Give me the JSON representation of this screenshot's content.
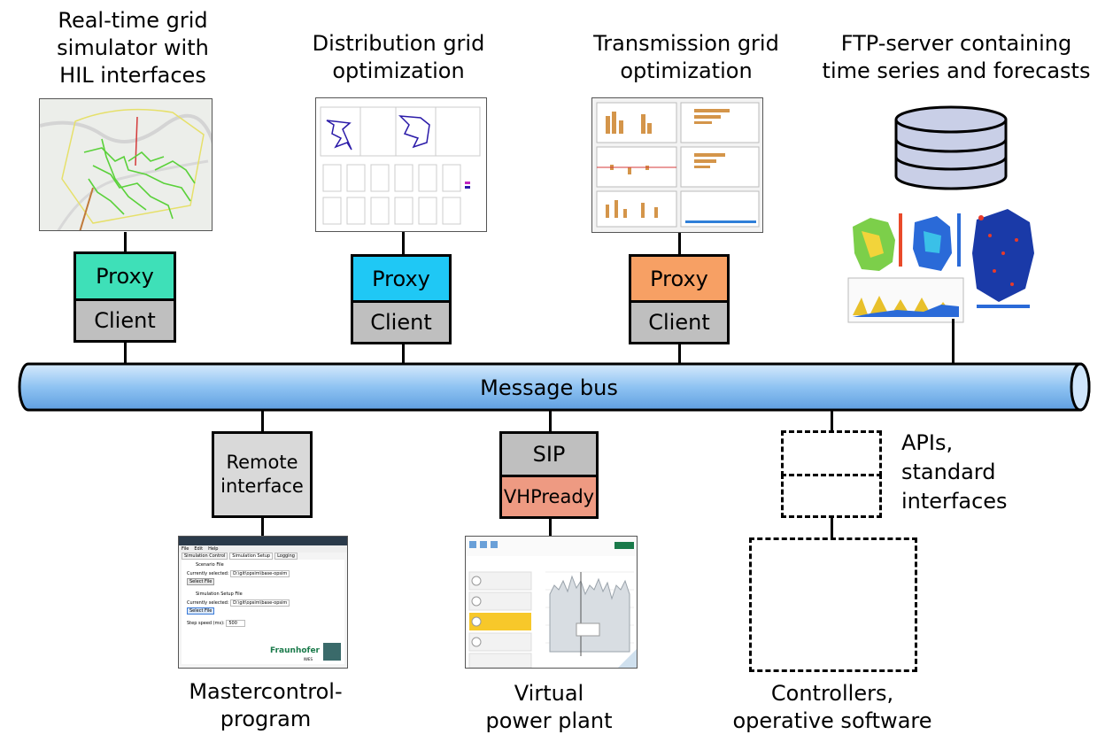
{
  "title_labels": {
    "simulator": "Real-time grid\nsimulator with\nHIL interfaces",
    "distribution": "Distribution grid\noptimization",
    "transmission": "Transmission grid\noptimization",
    "ftp": "FTP-server containing\ntime series and forecasts"
  },
  "proxy_label": "Proxy",
  "client_label": "Client",
  "colors": {
    "proxy1": "#3ee0b8",
    "proxy2": "#1fc8f5",
    "proxy3": "#f7a064",
    "client": "#bfbfbf",
    "remote": "#d9d9d9",
    "sip": "#bfbfbf",
    "vhpready": "#ee9a82",
    "bus": "#8fc3f2"
  },
  "bus_label": "Message bus",
  "remote_interface": "Remote\ninterface",
  "sip_label": "SIP",
  "vhpready_label": "VHPready",
  "apis_label": "APIs,\nstandard\ninterfaces",
  "bottom_labels": {
    "mastercontrol": "Mastercontrol-\nprogram",
    "vpp": "Virtual\npower plant",
    "controllers": "Controllers,\noperative software"
  },
  "mastercontrol_shot": {
    "menu": [
      "File",
      "Edit",
      "Help"
    ],
    "tabs": [
      "Simulation Control",
      "Simulation Setup",
      "Logging"
    ],
    "scenario_file": "Scenario File",
    "currently_selected": "Currently selected:",
    "scenario_path": "D:\\git\\opsim\\base-opsim",
    "select_file": "Select File",
    "setup_file": "Simulation Setup File",
    "setup_path": "D:\\git\\opsim\\base-opsim",
    "step_speed": "Step speed (ms):",
    "step_value": "500",
    "brand": "Fraunhofer",
    "brand_sub": "IWES"
  }
}
